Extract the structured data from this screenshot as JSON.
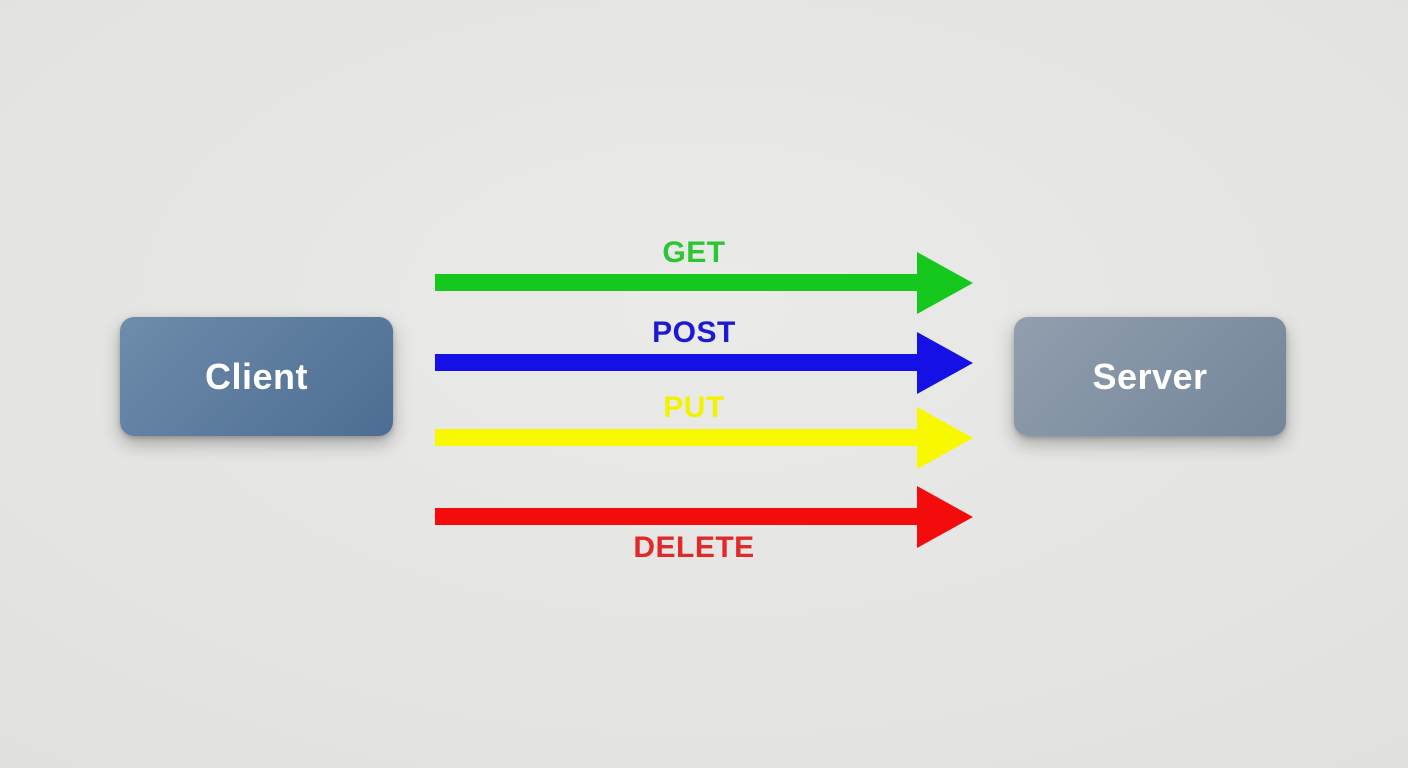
{
  "page": {
    "background_color": "#e3e3e1",
    "description": "Client to Server HTTP methods diagram"
  },
  "client_box": {
    "label": "Client",
    "text_color": "#ffffff",
    "gradient_start": "#6e8cab",
    "gradient_end": "#4c6d93"
  },
  "server_box": {
    "label": "Server",
    "text_color": "#ffffff",
    "gradient_start": "#919fae",
    "gradient_end": "#74859a"
  },
  "diagram": {
    "direction": "left-to-right",
    "from": "Client",
    "to": "Server",
    "arrows": [
      {
        "label": "GET",
        "color": "#16c81e",
        "label_color": "#2bc634",
        "label_position": "above"
      },
      {
        "label": "POST",
        "color": "#1511e6",
        "label_color": "#1d1bd1",
        "label_position": "above"
      },
      {
        "label": "PUT",
        "color": "#f8f800",
        "label_color": "#f3f300",
        "label_position": "above"
      },
      {
        "label": "DELETE",
        "color": "#f40b0b",
        "label_color": "#e22929",
        "label_position": "below"
      }
    ]
  }
}
